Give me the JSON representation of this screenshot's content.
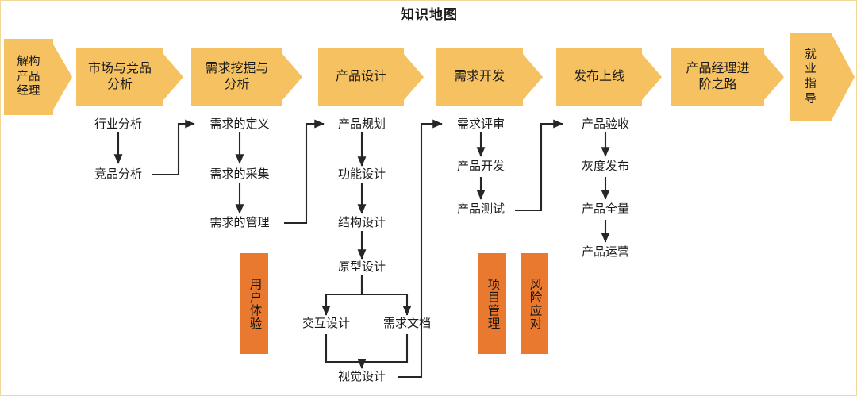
{
  "page": {
    "title": "知识地图",
    "accent_yellow": "#F5C161",
    "accent_orange": "#E8792E",
    "border_color": "#F2D79A",
    "text_color": "#1B1B1B",
    "connector_color": "#262626"
  },
  "stages": [
    {
      "id": "stage-deconstruct-pm",
      "label": "解构产品经理",
      "lines": [
        "解构",
        "产品",
        "经理"
      ]
    },
    {
      "id": "stage-market-competitor",
      "label": "市场与竞品分析",
      "lines": [
        "市场与竞品",
        "分析"
      ]
    },
    {
      "id": "stage-demand-mining",
      "label": "需求挖掘与分析",
      "lines": [
        "需求挖掘与",
        "分析"
      ]
    },
    {
      "id": "stage-product-design",
      "label": "产品设计",
      "lines": [
        "产品设计"
      ]
    },
    {
      "id": "stage-demand-dev",
      "label": "需求开发",
      "lines": [
        "需求开发"
      ]
    },
    {
      "id": "stage-release",
      "label": "发布上线",
      "lines": [
        "发布上线"
      ]
    },
    {
      "id": "stage-pm-advance",
      "label": "产品经理进阶之路",
      "lines": [
        "产品经理进",
        "阶之路"
      ]
    },
    {
      "id": "stage-career",
      "label": "就业指导",
      "lines": [
        "就",
        "业",
        "指",
        "导"
      ]
    }
  ],
  "nodes": {
    "market": [
      {
        "id": "node-industry-analysis",
        "label": "行业分析"
      },
      {
        "id": "node-competitor-analysis",
        "label": "竞品分析"
      }
    ],
    "demand": [
      {
        "id": "node-demand-definition",
        "label": "需求的定义"
      },
      {
        "id": "node-demand-collection",
        "label": "需求的采集"
      },
      {
        "id": "node-demand-management",
        "label": "需求的管理"
      }
    ],
    "design": [
      {
        "id": "node-product-planning",
        "label": "产品规划"
      },
      {
        "id": "node-function-design",
        "label": "功能设计"
      },
      {
        "id": "node-structure-design",
        "label": "结构设计"
      },
      {
        "id": "node-prototype-design",
        "label": "原型设计"
      },
      {
        "id": "node-interaction-design",
        "label": "交互设计"
      },
      {
        "id": "node-requirement-doc",
        "label": "需求文档"
      },
      {
        "id": "node-visual-design",
        "label": "视觉设计"
      }
    ],
    "development": [
      {
        "id": "node-demand-review",
        "label": "需求评审"
      },
      {
        "id": "node-product-dev",
        "label": "产品开发"
      },
      {
        "id": "node-product-test",
        "label": "产品测试"
      }
    ],
    "release": [
      {
        "id": "node-product-acceptance",
        "label": "产品验收"
      },
      {
        "id": "node-gray-release",
        "label": "灰度发布"
      },
      {
        "id": "node-full-release",
        "label": "产品全量"
      },
      {
        "id": "node-product-operation",
        "label": "产品运营"
      }
    ]
  },
  "tags": [
    {
      "id": "tag-user-experience",
      "label": "用户体验",
      "lines": [
        "用",
        "户",
        "体",
        "验"
      ]
    },
    {
      "id": "tag-project-management",
      "label": "项目管理",
      "lines": [
        "项",
        "目",
        "管",
        "理"
      ]
    },
    {
      "id": "tag-risk-response",
      "label": "风险应对",
      "lines": [
        "风",
        "险",
        "应",
        "对"
      ]
    }
  ]
}
